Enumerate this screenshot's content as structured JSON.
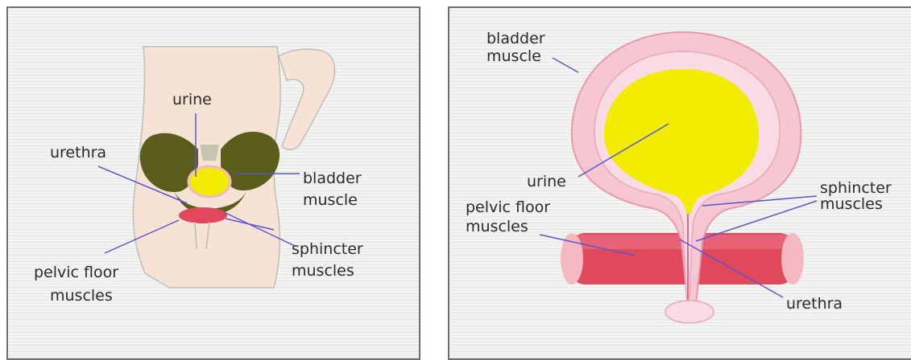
{
  "left_diagram": {
    "labels": {
      "urine": "urine",
      "urethra": "urethra",
      "bladder_muscle": [
        "bladder",
        "muscle"
      ],
      "sphincter_muscles": [
        "sphincter",
        "muscles"
      ],
      "pelvic_floor_muscles": [
        "pelvic floor",
        "muscles"
      ]
    }
  },
  "right_diagram": {
    "labels": {
      "bladder_muscle": [
        "bladder",
        "muscle"
      ],
      "urine": "urine",
      "sphincter_muscles": [
        "sphincter",
        "muscles"
      ],
      "pelvic_floor_muscles": [
        "pelvic floor",
        "muscles"
      ],
      "urethra": "urethra"
    }
  },
  "colors": {
    "urine": "#f2ec00",
    "pelvic_bone": "#5b5e1a",
    "bladder_wall": "#f6c7d2",
    "pelvic_muscle": "#e0485c",
    "skin": "#f7e3d6",
    "leader_line": "#5a55d0"
  }
}
